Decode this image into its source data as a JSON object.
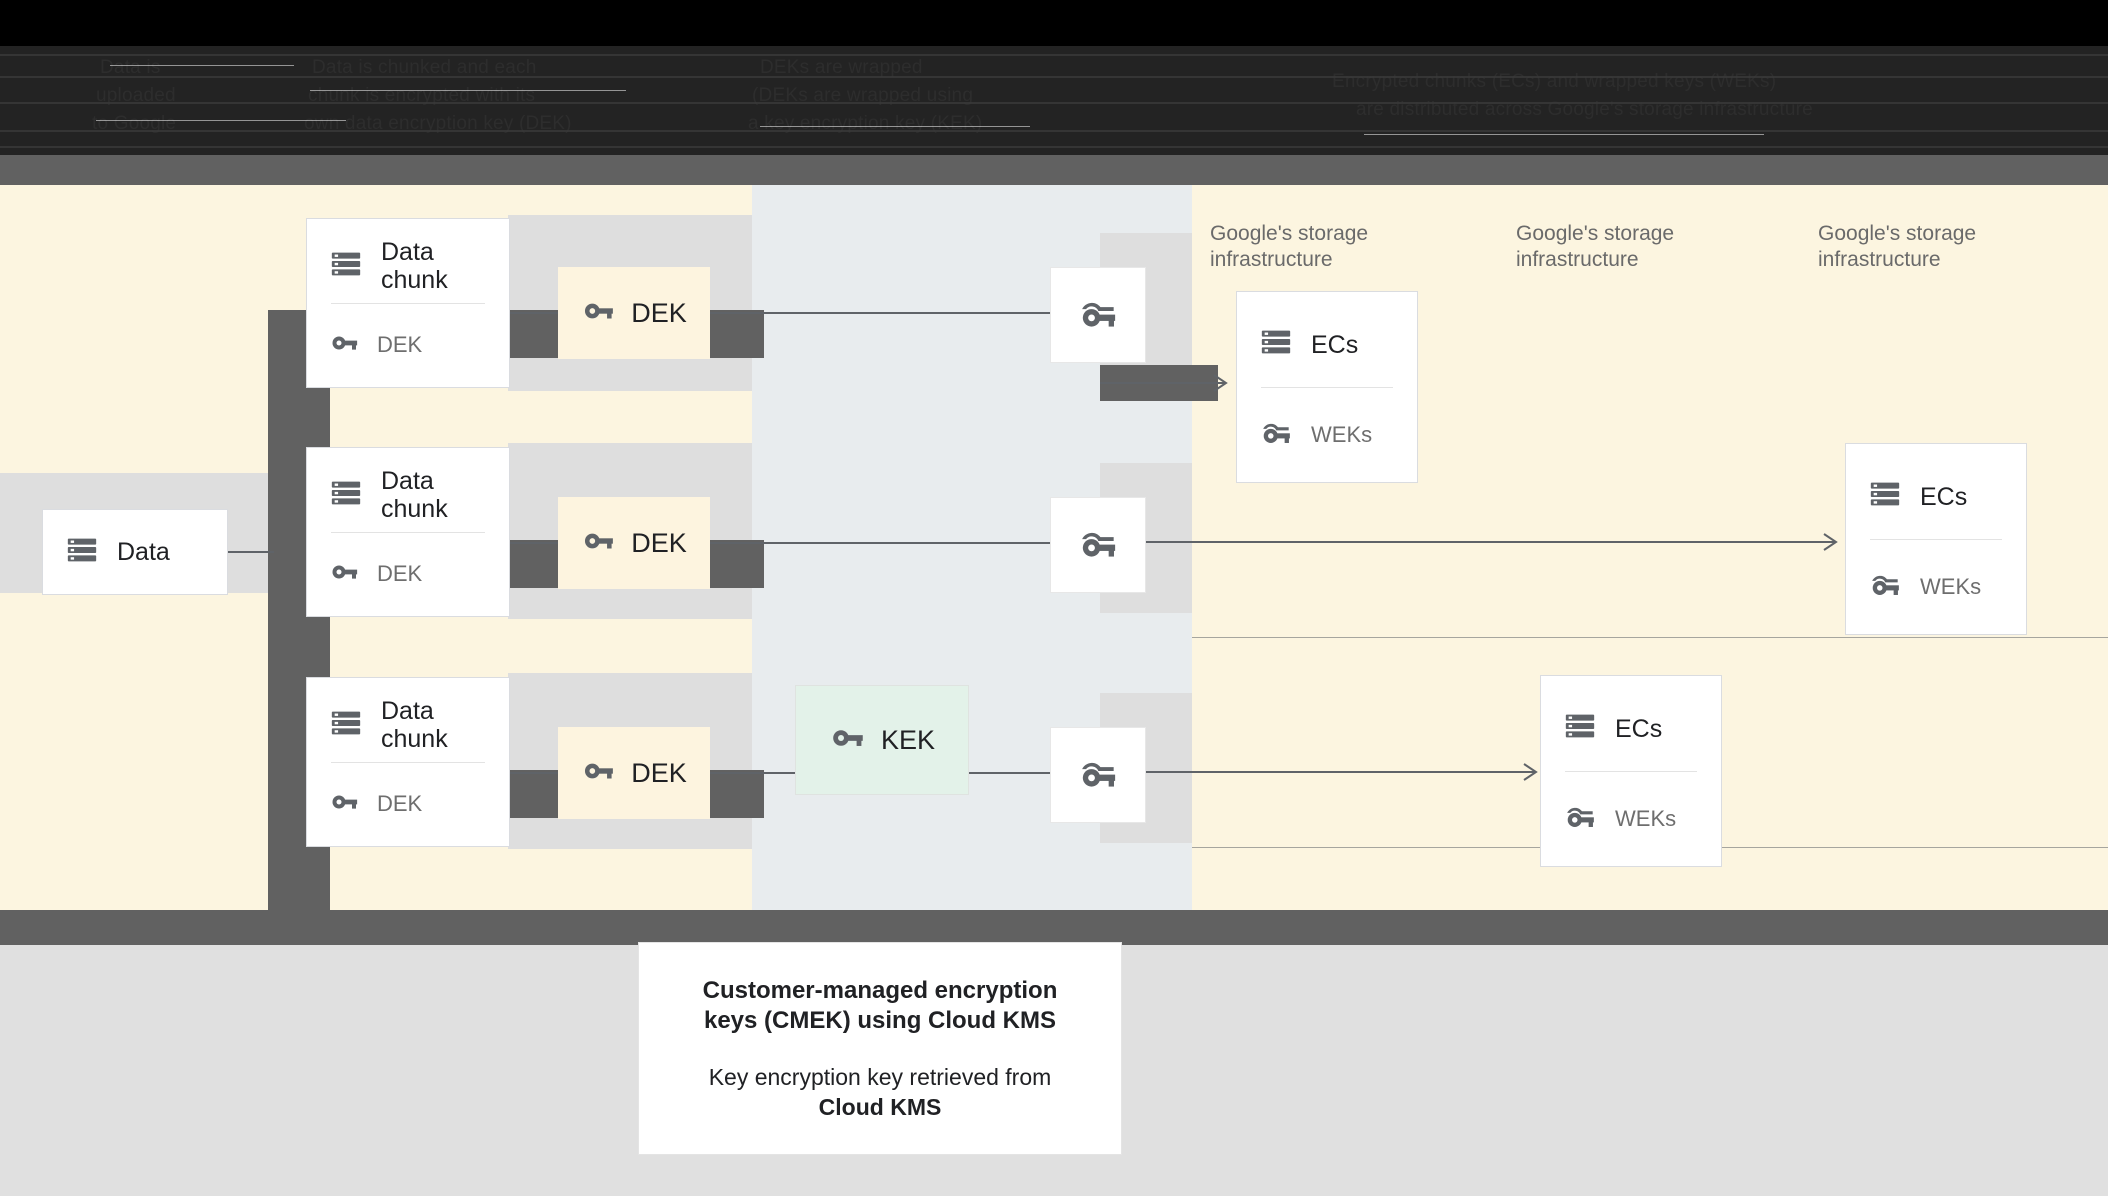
{
  "header": {
    "obscured": true,
    "note": "top banner text is rendered dark-on-dark and largely illegible",
    "lines": [
      {
        "col": 1,
        "text": "Data is"
      },
      {
        "col": 1,
        "text": "uploaded"
      },
      {
        "col": 1,
        "text": "to Google"
      },
      {
        "col": 2,
        "text": "Data is chunked and each"
      },
      {
        "col": 2,
        "text": "chunk is encrypted with its"
      },
      {
        "col": 2,
        "text": "own data encryption key (DEK)"
      },
      {
        "col": 3,
        "text": "DEKs are wrapped"
      },
      {
        "col": 3,
        "text": "(DEKs are wrapped using"
      },
      {
        "col": 3,
        "text": "a key encryption key (KEK)"
      },
      {
        "col": 4,
        "text": "Encrypted chunks (ECs) and wrapped keys (WEKs)"
      },
      {
        "col": 4,
        "text": "are distributed across Google's storage infrastructure"
      }
    ]
  },
  "diagram": {
    "source_card": {
      "icon": "storage-icon",
      "label": "Data"
    },
    "chunks": [
      {
        "icon": "storage-icon",
        "label": "Data\nchunk",
        "key_icon": "key-icon",
        "key_label": "DEK"
      },
      {
        "icon": "storage-icon",
        "label": "Data\nchunk",
        "key_icon": "key-icon",
        "key_label": "DEK"
      },
      {
        "icon": "storage-icon",
        "label": "Data\nchunk",
        "key_icon": "key-icon",
        "key_label": "DEK"
      }
    ],
    "dek_chips": [
      {
        "icon": "key-icon",
        "label": "DEK"
      },
      {
        "icon": "key-icon",
        "label": "DEK"
      },
      {
        "icon": "key-icon",
        "label": "DEK"
      }
    ],
    "kek_chip": {
      "icon": "key-icon",
      "label": "KEK"
    },
    "wrapped_key_boxes": [
      {
        "icon": "wrapped-key-icon"
      },
      {
        "icon": "wrapped-key-icon"
      },
      {
        "icon": "wrapped-key-icon"
      }
    ],
    "storage_labels": [
      "Google's storage\ninfrastructure",
      "Google's storage\ninfrastructure",
      "Google's storage\ninfrastructure"
    ],
    "storage_cards": [
      {
        "icon": "storage-icon",
        "label": "ECs",
        "key_icon": "wrapped-key-icon",
        "key_label": "WEKs"
      },
      {
        "icon": "storage-icon",
        "label": "ECs",
        "key_icon": "wrapped-key-icon",
        "key_label": "WEKs"
      },
      {
        "icon": "storage-icon",
        "label": "ECs",
        "key_icon": "wrapped-key-icon",
        "key_label": "WEKs"
      }
    ]
  },
  "caption": {
    "title": "Customer-managed encryption keys (CMEK) using Cloud KMS",
    "subtitle_prefix": "Key encryption key retrieved from ",
    "subtitle_strong": "Cloud KMS"
  },
  "colors": {
    "canvas_cream": "#fcf5e0",
    "column_blue_gray": "#e8ecee",
    "band_gray": "#dedede",
    "dark_gray": "#616161",
    "dek_chip": "#fdf4df",
    "kek_chip": "#e3f2e9",
    "card_white": "#ffffff",
    "bottom_gray": "#e0e0e0",
    "icon_gray": "#5f6368",
    "text_dark": "#202124",
    "text_muted": "#6a6a6a"
  }
}
